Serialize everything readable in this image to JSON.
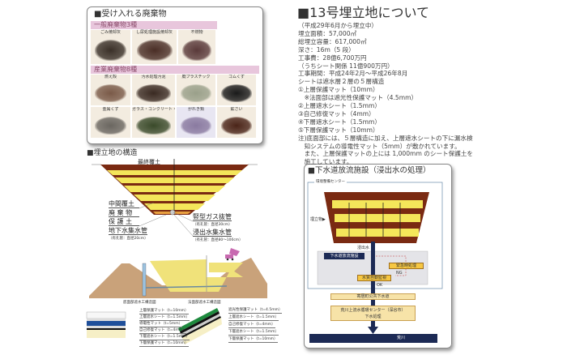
{
  "waste_panel": {
    "title": "■受け入れる廃棄物",
    "general": {
      "label": "一般廃棄物3種",
      "items": [
        "ごみ焼却灰",
        "し尿処理施設焼却灰",
        "不燃物"
      ]
    },
    "industrial": {
      "label": "産業廃棄物8種",
      "items": [
        "燃え殻",
        "汚水処理汚泥",
        "廃プラスチック",
        "ゴムくず",
        "金属くず",
        "ガラス・コンクリート・陶磁器くず",
        "がれき類",
        "鉱さい"
      ]
    }
  },
  "info": {
    "title": "■13号埋立地について",
    "lines": [
      "（平成29年6月から埋立中）",
      "埋立面積：57,000㎡",
      "総埋立容量：617,000㎡",
      "深さ：16m（5 段）",
      "工事費：28億6,700万円",
      "（うちシート関係 11億900万円）",
      "工事期間：平成24年2月〜平成26年8月",
      "シートは遮水層２層の５層構造",
      "①上層保護マット（10mm）",
      "　※法面部は遮光性保護マット（4.5mm）",
      "②上層遮水シート（1.5mm）",
      "③自己修復マット（4mm）",
      "④下層遮水シート（1.5mm）",
      "⑤下層保護マット（10mm）",
      "注)底面部には、５層構造に加え、上層遮水シートの下に漏水検",
      "　知システムの導電性マット（5mm）が敷かれています。",
      "　また、上層保護マットの上には 1,000mm のシート保護土を",
      "　施工しています。"
    ]
  },
  "structure": {
    "title": "■埋立地の構造",
    "final_cover": "最終覆土",
    "left_labels": [
      "中間覆土",
      "廃 棄 物",
      "保 護 土",
      "地下水集水管"
    ],
    "left_sub": "（有孔管：直径20cm）",
    "right_labels": [
      "竪型ガス抜管",
      "浸出水集水管"
    ],
    "right_subs": [
      "（有孔管：直径30cm）",
      "（有孔管：直径80〜100cm）"
    ],
    "section_labels": [
      "底面部遮水工構造図",
      "法面部遮水工構造図"
    ],
    "bottom_layers": [
      "上層保護マット（t=10mm）",
      "上層遮水シート（t=1.5mm）",
      "導電性マット（t=5mm）",
      "自己修復マット（t=4mm）",
      "下層遮水シート（t=1.5mm）",
      "下層保護マット（t=10mm）"
    ],
    "slope_layers": [
      "遮光性保護マット（t=4.5mm）",
      "上層遮水シート（t=1.5mm）",
      "自己修復マット（t=4mm）",
      "下層遮水シート（t=1.5mm）",
      "下層保護マット（t=10mm）"
    ]
  },
  "sewer": {
    "title": "■下水道放流施設（浸出水の処理）",
    "center": "環境整備センター",
    "landfill": "埋立物",
    "leachate": "浸出水",
    "facility": "下水道放流施設",
    "emergency": "緊急時処理",
    "monitor": "水質自動監視",
    "ng": "NG",
    "ok": "OK",
    "public_sewer": "寄居町公共下水道",
    "treatment_line1": "荒川上流水循環センター（深谷市）",
    "treatment_line2": "下水処理",
    "river": "荒川"
  },
  "colors": {
    "brown": "#7a2a12",
    "yellow": "#f4e65a",
    "navy": "#1c2a55",
    "pink": "#e8c6dc"
  }
}
